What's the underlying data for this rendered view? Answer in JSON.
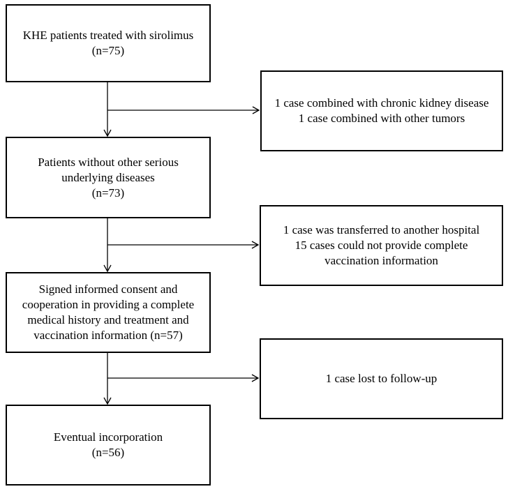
{
  "flowchart": {
    "main_steps": [
      {
        "lines": [
          "KHE patients treated with sirolimus",
          "(n=75)"
        ]
      },
      {
        "lines": [
          "Patients without other serious",
          "underlying diseases",
          "(n=73)"
        ]
      },
      {
        "lines": [
          "Signed informed consent and",
          "cooperation in providing a complete",
          "medical history and treatment and",
          "vaccination information (n=57)"
        ]
      },
      {
        "lines": [
          "Eventual incorporation",
          "(n=56)"
        ]
      }
    ],
    "exclusions": [
      {
        "lines": [
          "1 case combined with chronic kidney disease",
          "1 case combined with other tumors"
        ]
      },
      {
        "lines": [
          "1 case was transferred to another hospital",
          "15 cases could not provide complete",
          "vaccination information"
        ]
      },
      {
        "lines": [
          "1 case lost to follow-up"
        ]
      }
    ]
  }
}
